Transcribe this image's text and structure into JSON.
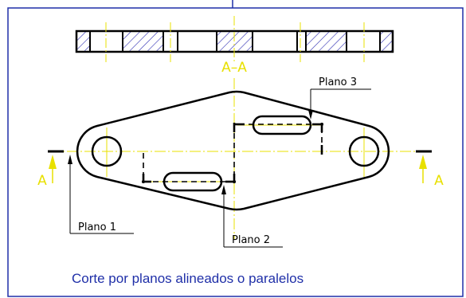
{
  "colors": {
    "border": "#1f2fa8",
    "outline": "#000000",
    "centerline": "#e8e000",
    "hatch": "#2a2ab0",
    "cut_marker": "#e8e000"
  },
  "section_view": {
    "label": "A–A"
  },
  "cut_markers": {
    "left_label": "A",
    "right_label": "A"
  },
  "planes": {
    "plane_1": "Plano 1",
    "plane_2": "Plano 2",
    "plane_3": "Plano 3"
  },
  "caption": "Corte por planos alineados o paralelos"
}
